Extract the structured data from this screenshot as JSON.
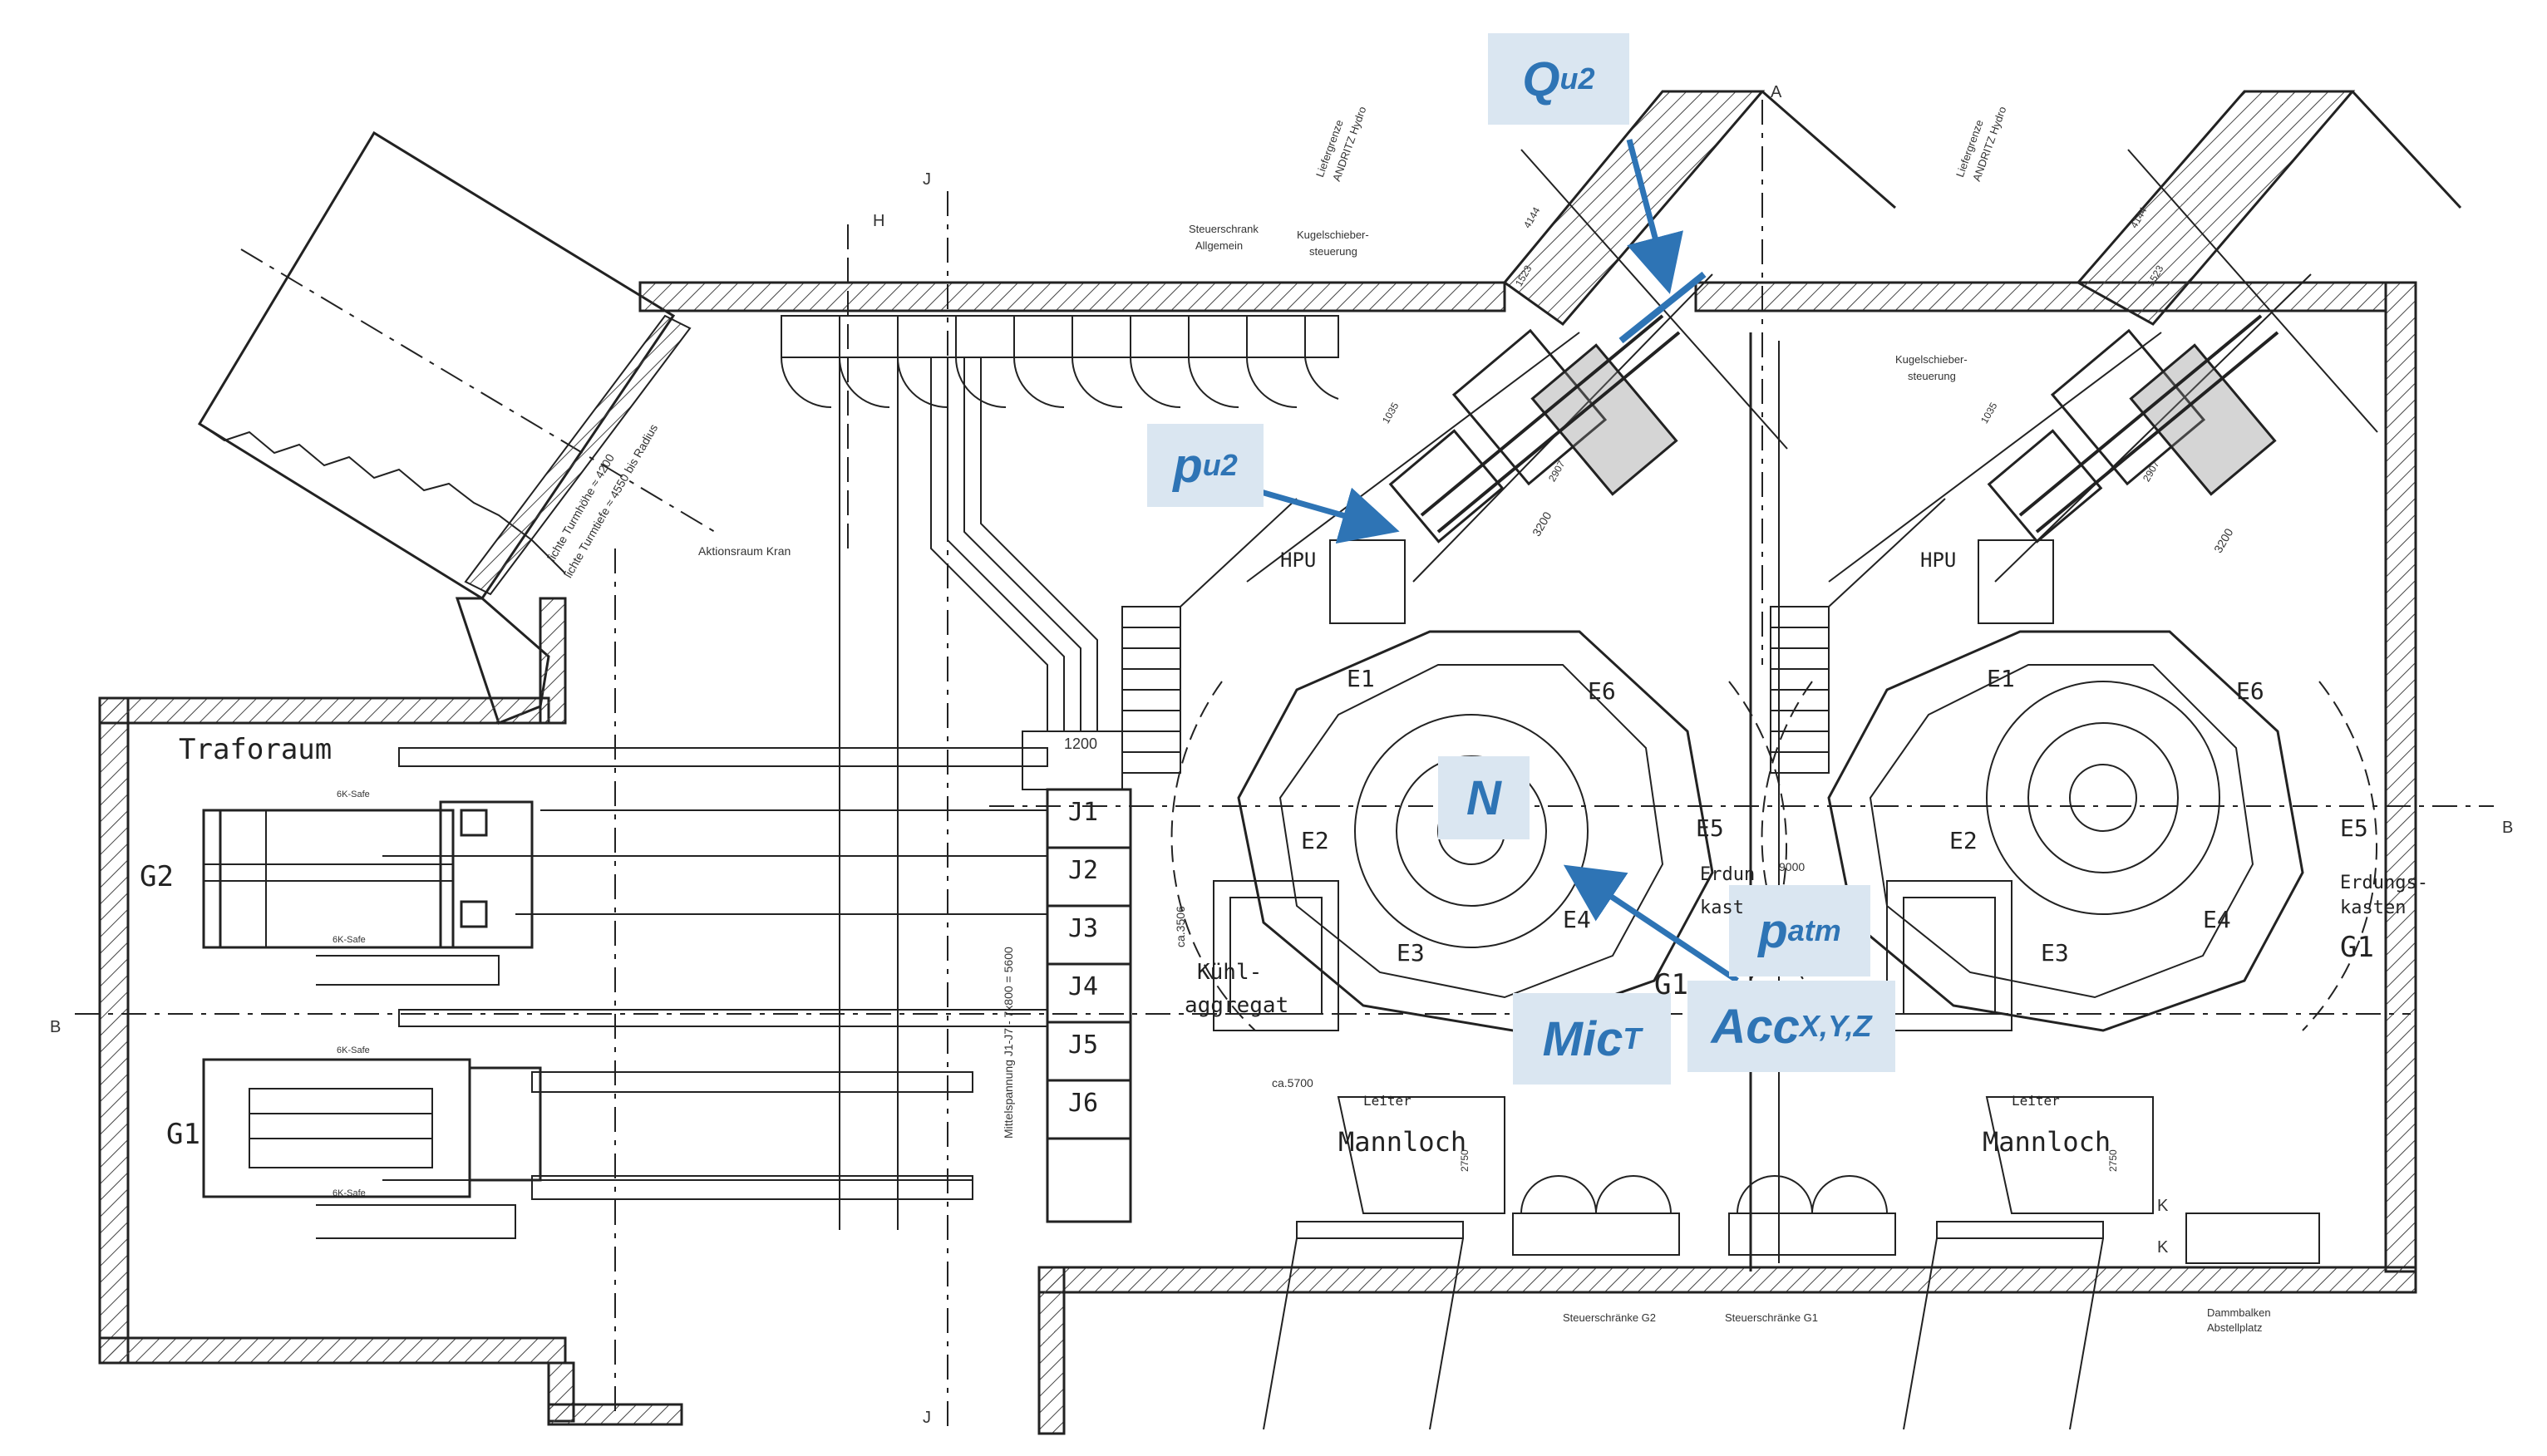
{
  "sensors": {
    "qu2": {
      "base": "Q",
      "sub": "u2"
    },
    "pu2": {
      "base": "p",
      "sub": "u2"
    },
    "n": {
      "base": "N",
      "sub": ""
    },
    "patm": {
      "base": "p",
      "sub": "atm"
    },
    "mict": {
      "base": "Mic",
      "sub": "T"
    },
    "acc": {
      "base": "Acc",
      "sub": "X,Y,Z"
    }
  },
  "rooms": {
    "traforaum": "Traforaum",
    "g2": "G2",
    "g1_left": "G1",
    "g1_right": "G1",
    "hpu_left": "HPU",
    "hpu_right": "HPU",
    "kuehl_1": "Kühl-",
    "kuehl_2": "aggregat",
    "mannloch_left": "Mannloch",
    "mannloch_right": "Mannloch",
    "leiter_left": "Leiter",
    "leiter_right": "Leiter",
    "erdungs_1": "Erdungs-",
    "erdungs_2": "kasten",
    "erdung_left_1": "Erdun",
    "erdung_left_2": "kast",
    "g1_partial": "G1"
  },
  "junction_boxes": [
    "J1",
    "J2",
    "J3",
    "J4",
    "J5",
    "J6"
  ],
  "elements_left": {
    "e1": "E1",
    "e2": "E2",
    "e3": "E3",
    "e4": "E4",
    "e5": "E5",
    "e6": "E6"
  },
  "elements_right": {
    "e1": "E1",
    "e2": "E2",
    "e3": "E3",
    "e4": "E4",
    "e5": "E5",
    "e6": "E6"
  },
  "section_marks": {
    "a": "A",
    "b_left": "B",
    "b_right": "B",
    "h": "H",
    "j_top": "J",
    "j_bottom": "J",
    "k_top": "K",
    "k_bottom": "K"
  },
  "dimensions": {
    "d1200": "1200",
    "d9000": "9000",
    "d3506": "ca.3506",
    "d5700": "ca.5700",
    "d3200_left": "3200",
    "d3200_right": "3200",
    "d2907_left": "2907",
    "d2907_right": "2907",
    "d1035_left": "1035",
    "d1035_right": "1035",
    "d1523_left": "1523",
    "d1523_right": "1523",
    "d4144_left": "4144",
    "d4144_right": "4144",
    "d2750_left": "2750",
    "d2750_right": "2750",
    "mittelspannung": "Mittelspannung J1-J7 - 7x800 = 5600",
    "turm": "lichte Turmhöhe ≈ 4200",
    "turm2": "lichte Turmtiefe ≈ 4550 bis Radius"
  },
  "notes": {
    "steuerschrank_allg_1": "Steuerschrank",
    "steuerschrank_allg_2": "Allgemein",
    "kugelschieber_1": "Kugelschieber-",
    "kugelschieber_2": "steuerung",
    "kugelschieber_r1": "Kugelschieber-",
    "kugelschieber_r2": "steuerung",
    "aktionsraum": "Aktionsraum Kran",
    "liefergrenze_left_1": "Liefergrenze",
    "liefergrenze_left_2": "ANDRITZ Hydro",
    "liefergrenze_right_1": "Liefergrenze",
    "liefergrenze_right_2": "ANDRITZ Hydro",
    "steuerschraenke_g2": "Steuerschränke G2",
    "steuerschraenke_g1": "Steuerschränke G1",
    "dammbalken_1": "Dammbalken",
    "dammbalken_2": "Abstellplatz",
    "g2_top": "6K-Safe",
    "g2_bottom": "6K-Safe",
    "g1_top": "6K-Safe",
    "g1_bottom": "6K-Safe"
  },
  "colors": {
    "label_bg": "#dae6f1",
    "label_text": "#2e74b5",
    "arrow": "#2e74b5",
    "line": "#222222"
  },
  "icons": [
    "arrow-icon"
  ]
}
